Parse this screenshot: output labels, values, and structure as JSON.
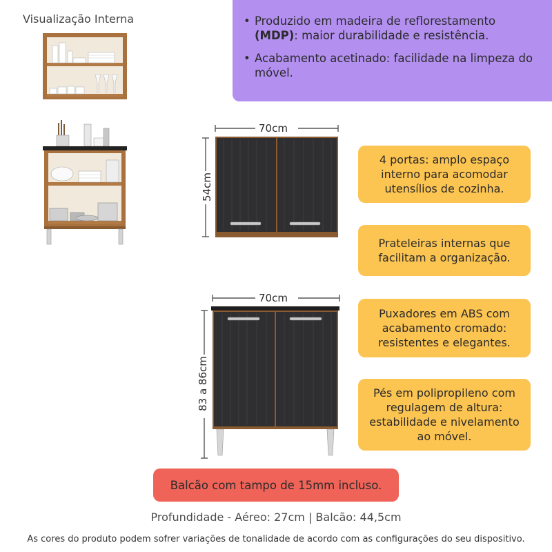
{
  "visual_label": "Visualização Interna",
  "features": [
    {
      "strong": "",
      "text": "Produzido em madeira de reflorestamento"
    },
    {
      "strong": "(MDP)",
      "text": ": maior durabilidade e resistência."
    },
    {
      "strong": "",
      "text": "Acabamento acetinado: facilidade na limpeza do móvel."
    }
  ],
  "notes": {
    "doors": "4 portas: amplo espaço interno para acomodar utensílios de cozinha.",
    "shelves": "Prateleiras internas que facilitam a organização.",
    "handles": "Puxadores em ABS com acabamento cromado: resistentes e elegantes.",
    "feet": "Pés em polipropileno com regulagem de altura: estabilidade e nivelamento ao móvel."
  },
  "dimensions": {
    "upper_width": "70cm",
    "upper_height": "54cm",
    "lower_width": "70cm",
    "lower_height": "83 a 86cm"
  },
  "countertop_note": "Balcão com tampo de 15mm incluso.",
  "depth_text": "Profundidade - Aéreo: 27cm | Balcão: 44,5cm",
  "disclaimer": "As cores do produto podem sofrer variações de tonalidade de acordo com as configurações do seu dispositivo.",
  "colors": {
    "purple": "#b38ff0",
    "yellow": "#fcc450",
    "red": "#ef6358",
    "wood": "#b27a45",
    "door_dark": "#2f2f31"
  }
}
